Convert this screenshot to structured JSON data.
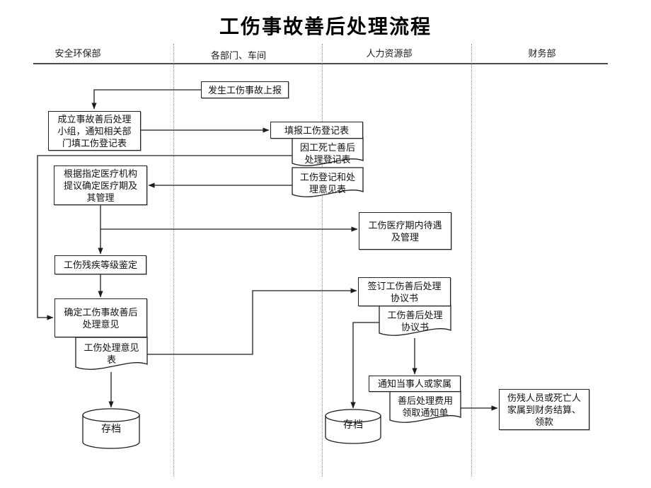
{
  "title": "工伤事故善后处理流程",
  "lanes": [
    {
      "label": "安全环保部"
    },
    {
      "label": "各部门、车间"
    },
    {
      "label": "人力资源部"
    },
    {
      "label": "财务部"
    }
  ],
  "nodes": {
    "report": {
      "type": "process",
      "label": "发生工伤事故上报"
    },
    "setup_team": {
      "type": "process",
      "label": "成立事故善后处理\n小组，通知相关部\n门填工伤登记表"
    },
    "fill_form": {
      "type": "process",
      "label": "填报工伤登记表"
    },
    "death_doc": {
      "type": "document",
      "label": "因工死亡善后\n处理登记表"
    },
    "registry_doc": {
      "type": "document",
      "label": "工伤登记和处\n理意见表"
    },
    "medical_period": {
      "type": "process",
      "label": "根据指定医疗机构\n提议确定医疗期及\n其管理"
    },
    "treatment": {
      "type": "process",
      "label": "工伤医疗期内待遇\n及管理"
    },
    "disability": {
      "type": "process",
      "label": "工伤残疾等级鉴定"
    },
    "decide_opinion": {
      "type": "process",
      "label": "确定工伤事故善后\n处理意见"
    },
    "opinion_doc": {
      "type": "document",
      "label": "工伤处理意见\n表"
    },
    "archive_safety": {
      "type": "database",
      "label": "存档"
    },
    "sign_agreement": {
      "type": "process",
      "label": "签订工伤善后处理\n协议书"
    },
    "agreement_doc": {
      "type": "document",
      "label": "工伤善后处理\n协议书"
    },
    "notify_family": {
      "type": "process",
      "label": "通知当事人或家属"
    },
    "fee_doc": {
      "type": "document",
      "label": "善后处理费用\n领取通知单"
    },
    "archive_hr": {
      "type": "database",
      "label": "存档"
    },
    "finance_settle": {
      "type": "process",
      "label": "伤残人员或死亡人\n家属到财务结算、\n领款"
    }
  },
  "colors": {
    "background": "#ffffff",
    "line": "#1c1c1c",
    "box_border": "#222222",
    "lane_divider": "#8f8f8f",
    "header_rule": "#4a4a4a"
  }
}
